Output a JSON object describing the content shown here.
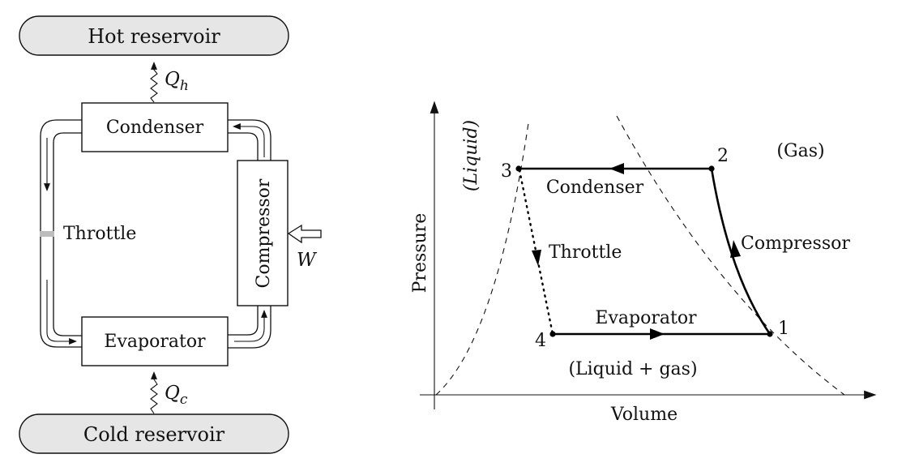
{
  "cycle_diagram": {
    "hot_reservoir": "Hot reservoir",
    "cold_reservoir": "Cold reservoir",
    "condenser": "Condenser",
    "evaporator": "Evaporator",
    "compressor": "Compressor",
    "throttle": "Throttle",
    "heat_hot": {
      "symbol": "Q",
      "subscript": "h"
    },
    "heat_cold": {
      "symbol": "Q",
      "subscript": "c"
    },
    "work": "W"
  },
  "pv_diagram": {
    "y_axis": "Pressure",
    "x_axis": "Volume",
    "region_liquid": "(Liquid)",
    "region_gas": "(Gas)",
    "region_mixed": "(Liquid + gas)",
    "points": [
      "1",
      "2",
      "3",
      "4"
    ],
    "segments": {
      "condenser": "Condenser",
      "throttle": "Throttle",
      "evaporator": "Evaporator",
      "compressor": "Compressor"
    }
  }
}
